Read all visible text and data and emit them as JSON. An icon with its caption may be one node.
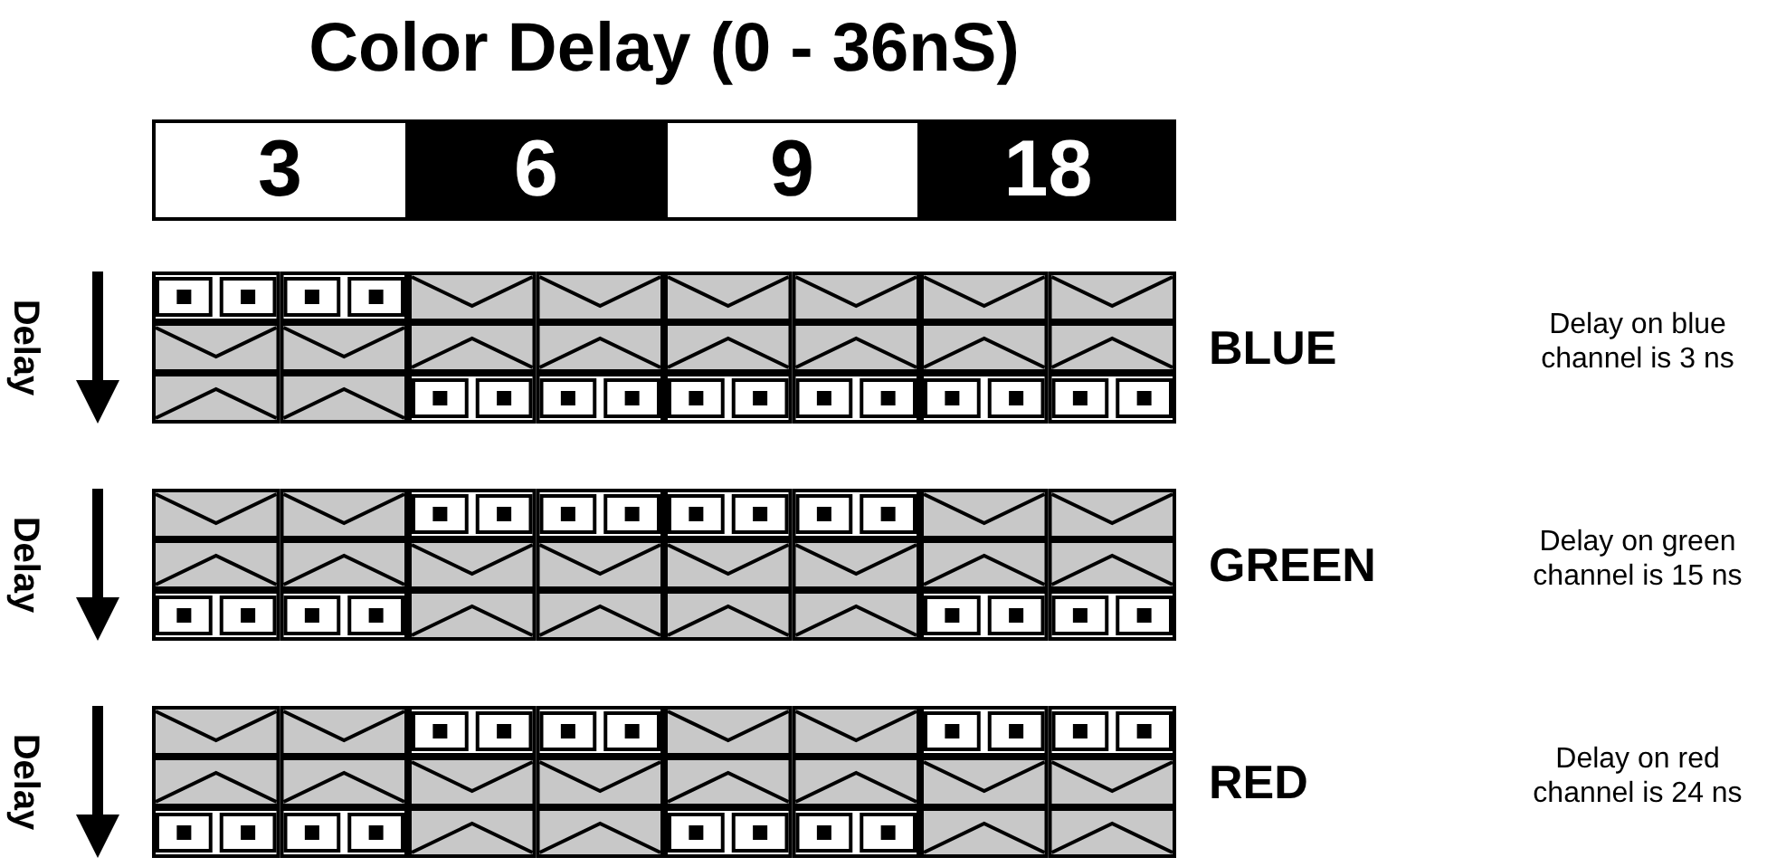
{
  "diagram": {
    "title": "Color Delay (0 - 36nS)",
    "nodes": [
      {
        "text": [
          "3"
        ]
      },
      {
        "text": [
          "6"
        ]
      },
      {
        "text": [
          "9"
        ]
      },
      {
        "text": [
          "18"
        ]
      }
    ],
    "edges": [],
    "labels": [
      "Delay",
      "BLUE",
      "Delay on blue channel is 3 ns",
      "Delay",
      "GREEN",
      "Delay on green channel is 15 ns",
      "Delay",
      "RED",
      "Delay on red channel is 24 ns"
    ]
  }
}
